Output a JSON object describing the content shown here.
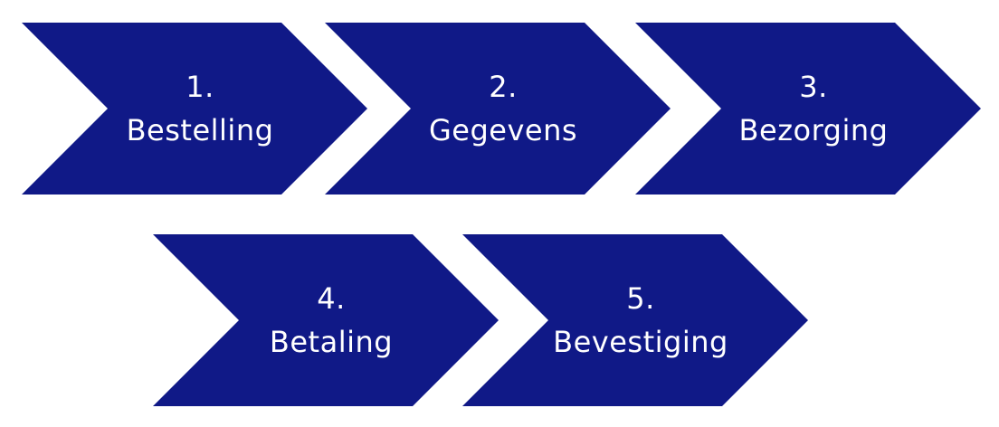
{
  "steps": [
    {
      "number": "1.",
      "label": "Bestelling"
    },
    {
      "number": "2.",
      "label": "Gegevens"
    },
    {
      "number": "3.",
      "label": "Bezorging"
    },
    {
      "number": "4.",
      "label": "Betaling"
    },
    {
      "number": "5.",
      "label": "Bevestiging"
    }
  ],
  "colors": {
    "chevron_fill": "#101987",
    "text": "#ffffff",
    "background": "#ffffff"
  }
}
